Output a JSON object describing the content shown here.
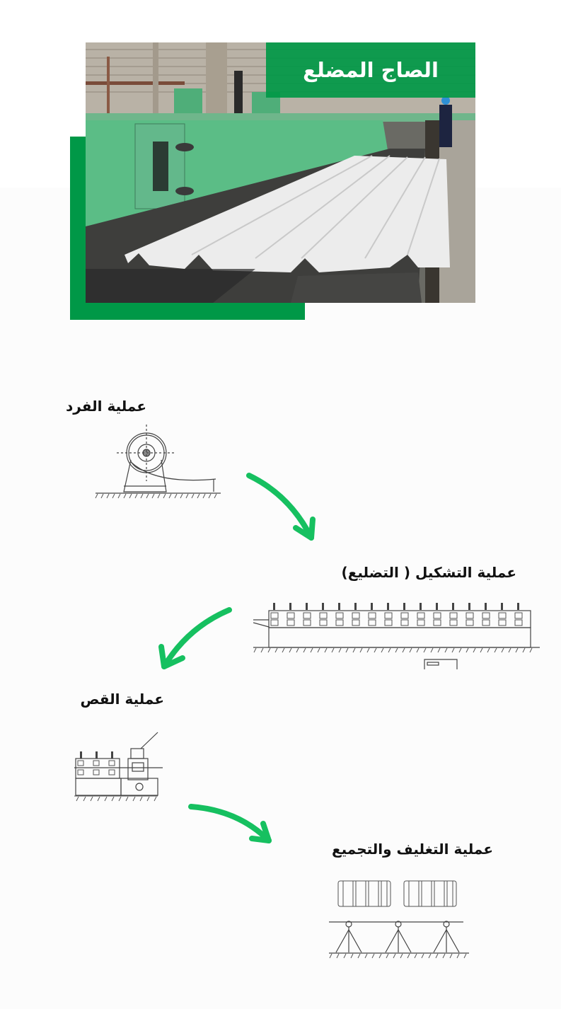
{
  "header": {
    "title": "الصاج المضلع",
    "photo_subject": "corrugated-sheet-production-line"
  },
  "colors": {
    "brand_green": "#009847",
    "arrow_green": "#16c060",
    "text": "#111111",
    "drawing_line": "#444444"
  },
  "process": {
    "steps": [
      {
        "label": "عملية الفرد",
        "drawing": "uncoiler"
      },
      {
        "label": "عملية التشكيل ( التضليع)",
        "drawing": "roll-forming"
      },
      {
        "label": "عملية القص",
        "drawing": "cutting"
      },
      {
        "label": "عملية التغليف والتجميع",
        "drawing": "packing-stacking"
      }
    ],
    "arrows": [
      "down-right",
      "down-left",
      "down-right"
    ]
  }
}
